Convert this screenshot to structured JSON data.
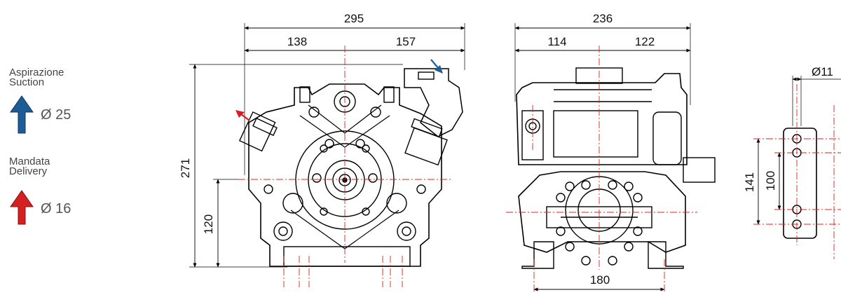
{
  "legend": {
    "suction": {
      "label_it": "Aspirazione",
      "label_en": "Suction",
      "diameter": "Ø 25",
      "color": "#1e5c96"
    },
    "delivery": {
      "label_it": "Mandata",
      "label_en": "Delivery",
      "diameter": "Ø 16",
      "color": "#d42020"
    }
  },
  "dimensions": {
    "front_width": "295",
    "front_left": "138",
    "front_right": "157",
    "front_height": "271",
    "front_axis_height": "120",
    "side_width": "236",
    "side_left": "114",
    "side_right": "122",
    "side_base": "180",
    "bracket_hole": "Ø11",
    "bracket_outer": "141",
    "bracket_inner": "100"
  },
  "colors": {
    "centerline": "#e02020",
    "line": "#000000",
    "suction_arrow": "#1e5c96",
    "delivery_arrow": "#d42020"
  }
}
